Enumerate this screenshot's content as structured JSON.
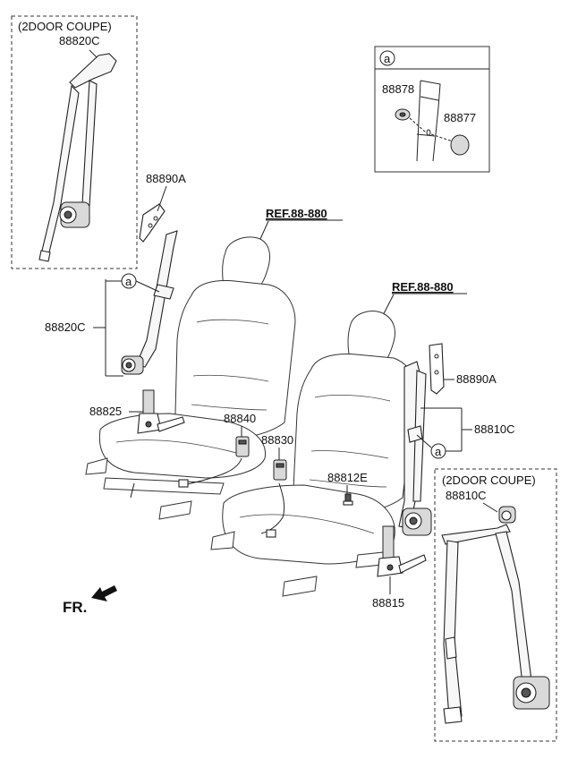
{
  "inset_top_left": {
    "title": "(2DOOR COUPE)",
    "part": "88820C"
  },
  "inset_bottom_right": {
    "title": "(2DOOR COUPE)",
    "part": "88810C"
  },
  "detail_box": {
    "marker": "a",
    "part_washer": "88878",
    "part_cap": "88877"
  },
  "labels": {
    "ref_left": "REF.88-880",
    "ref_right": "REF.88-880",
    "p88890A_left": "88890A",
    "p88890A_right": "88890A",
    "p88820C": "88820C",
    "p88810C": "88810C",
    "p88825": "88825",
    "p88840": "88840",
    "p88830": "88830",
    "p88812E": "88812E",
    "p88815": "88815",
    "marker_left": "a",
    "marker_right": "a",
    "front": "FR."
  }
}
